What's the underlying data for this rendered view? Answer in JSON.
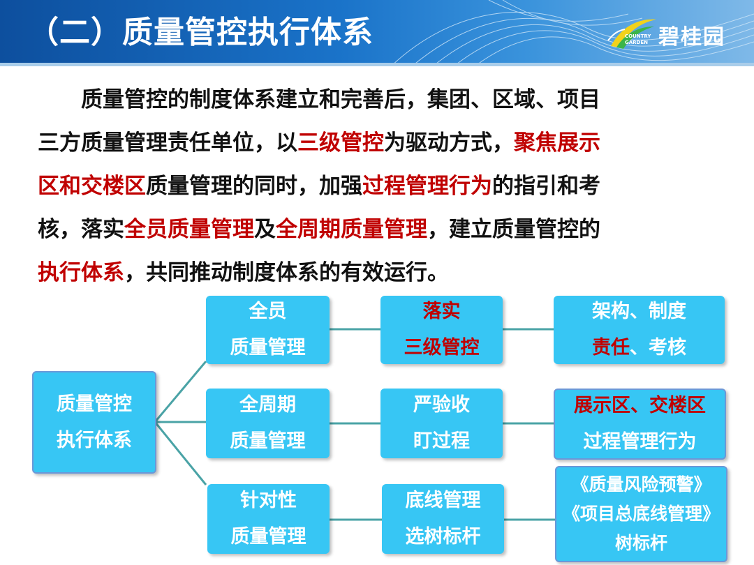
{
  "header": {
    "title": "（二）质量管控执行体系",
    "logo_name": "碧桂园",
    "logo_sub1": "COUNTRY",
    "logo_sub2": "GARDEN"
  },
  "paragraph": {
    "lines": [
      [
        {
          "t": "　　质量管控的制度体系建立和完善后，集团、区域、项目",
          "red": false
        }
      ],
      [
        {
          "t": "三方质量管理责任单位，以",
          "red": false
        },
        {
          "t": "三级管控",
          "red": true
        },
        {
          "t": "为驱动方式，",
          "red": false
        },
        {
          "t": "聚焦展示",
          "red": true
        }
      ],
      [
        {
          "t": "区和交楼区",
          "red": true
        },
        {
          "t": "质量管理的同时，加强",
          "red": false
        },
        {
          "t": "过程管理行为",
          "red": true
        },
        {
          "t": "的指引和考",
          "red": false
        }
      ],
      [
        {
          "t": "核，落实",
          "red": false
        },
        {
          "t": "全员质量管理",
          "red": true
        },
        {
          "t": "及",
          "red": false
        },
        {
          "t": "全周期质量管理",
          "red": true
        },
        {
          "t": "，建立质量管控的",
          "red": false
        }
      ],
      [
        {
          "t": "执行体系",
          "red": true
        },
        {
          "t": "，共同推动制度体系的有效运行。",
          "red": false
        }
      ]
    ]
  },
  "diagram": {
    "root": {
      "line1": "质量管控",
      "line2": "执行体系"
    },
    "row1": {
      "col1": {
        "line1": "全员",
        "line2": "质量管理"
      },
      "col2": {
        "line1": "落实",
        "line2": "三级管控"
      },
      "col3": {
        "line1a": "架构、制度",
        "line2_red": "责任",
        "line2_rest": "、考核"
      }
    },
    "row2": {
      "col1": {
        "line1": "全周期",
        "line2": "质量管理"
      },
      "col2": {
        "line1": "严验收",
        "line2": "盯过程"
      },
      "col3": {
        "line1_red": "展示区",
        "line1_sep": "、",
        "line1_red2": "交楼区",
        "line2": "过程管理行为"
      }
    },
    "row3": {
      "col1": {
        "line1": "针对性",
        "line2": "质量管理"
      },
      "col2": {
        "line1": "底线管理",
        "line2": "选树标杆"
      },
      "col3": {
        "line1": "《质量风险预警》",
        "line2": "《项目总底线管理》",
        "line3": "树标杆"
      }
    },
    "colors": {
      "box": "#37c6f4",
      "connector": "#4aa3a6",
      "emphasis": "#c00000",
      "header": "#1a73c9"
    }
  }
}
